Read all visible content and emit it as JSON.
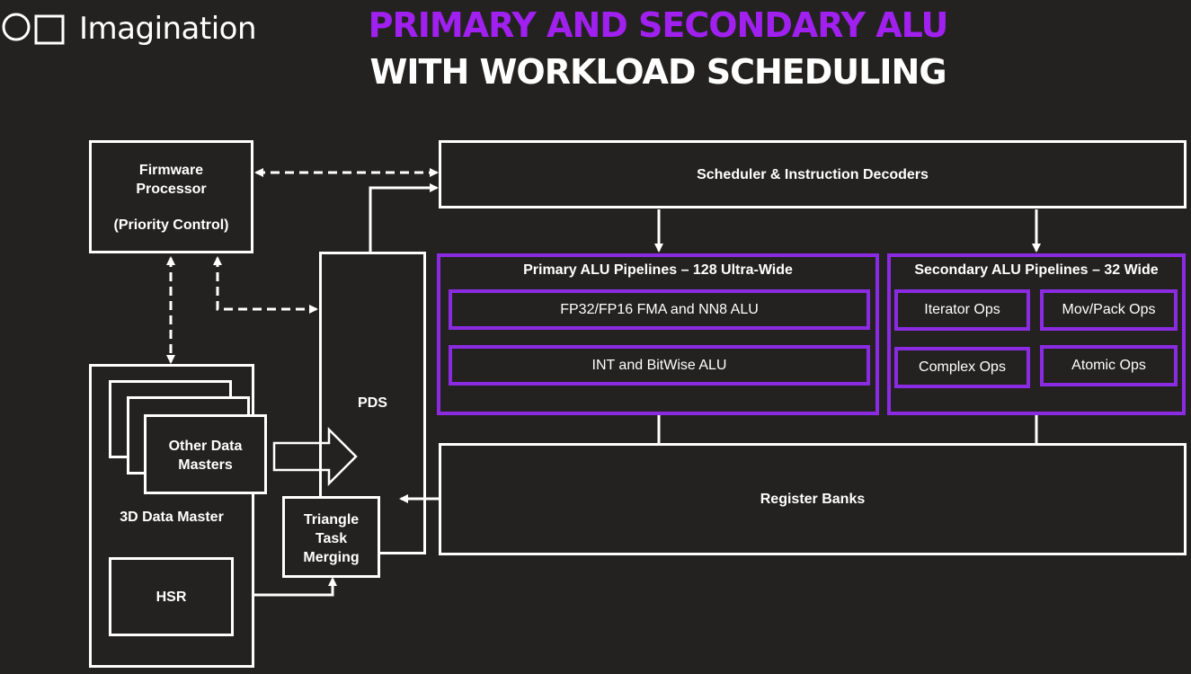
{
  "brand": {
    "name": "Imagination"
  },
  "title": {
    "line1": "PRIMARY AND SECONDARY ALU",
    "line2": "WITH WORKLOAD SCHEDULING"
  },
  "colors": {
    "background": "#242220",
    "accent": "#a020f0",
    "line": "#ffffff"
  },
  "diagram": {
    "firmware": {
      "line1": "Firmware",
      "line2": "Processor",
      "line3": "(Priority Control)"
    },
    "scheduler": "Scheduler & Instruction Decoders",
    "pds": "PDS",
    "primary": {
      "title": "Primary ALU Pipelines – 128 Ultra-Wide",
      "units": [
        "FP32/FP16 FMA and NN8 ALU",
        "INT and BitWise ALU"
      ]
    },
    "secondary": {
      "title": "Secondary ALU Pipelines – 32 Wide",
      "units": [
        "Iterator Ops",
        "Mov/Pack Ops",
        "Complex Ops",
        "Atomic Ops"
      ]
    },
    "register_banks": "Register Banks",
    "other_masters": {
      "line1": "Other Data",
      "line2": "Masters"
    },
    "data_master_3d": "3D Data Master",
    "hsr": "HSR",
    "triangle": {
      "line1": "Triangle",
      "line2": "Task",
      "line3": "Merging"
    }
  }
}
